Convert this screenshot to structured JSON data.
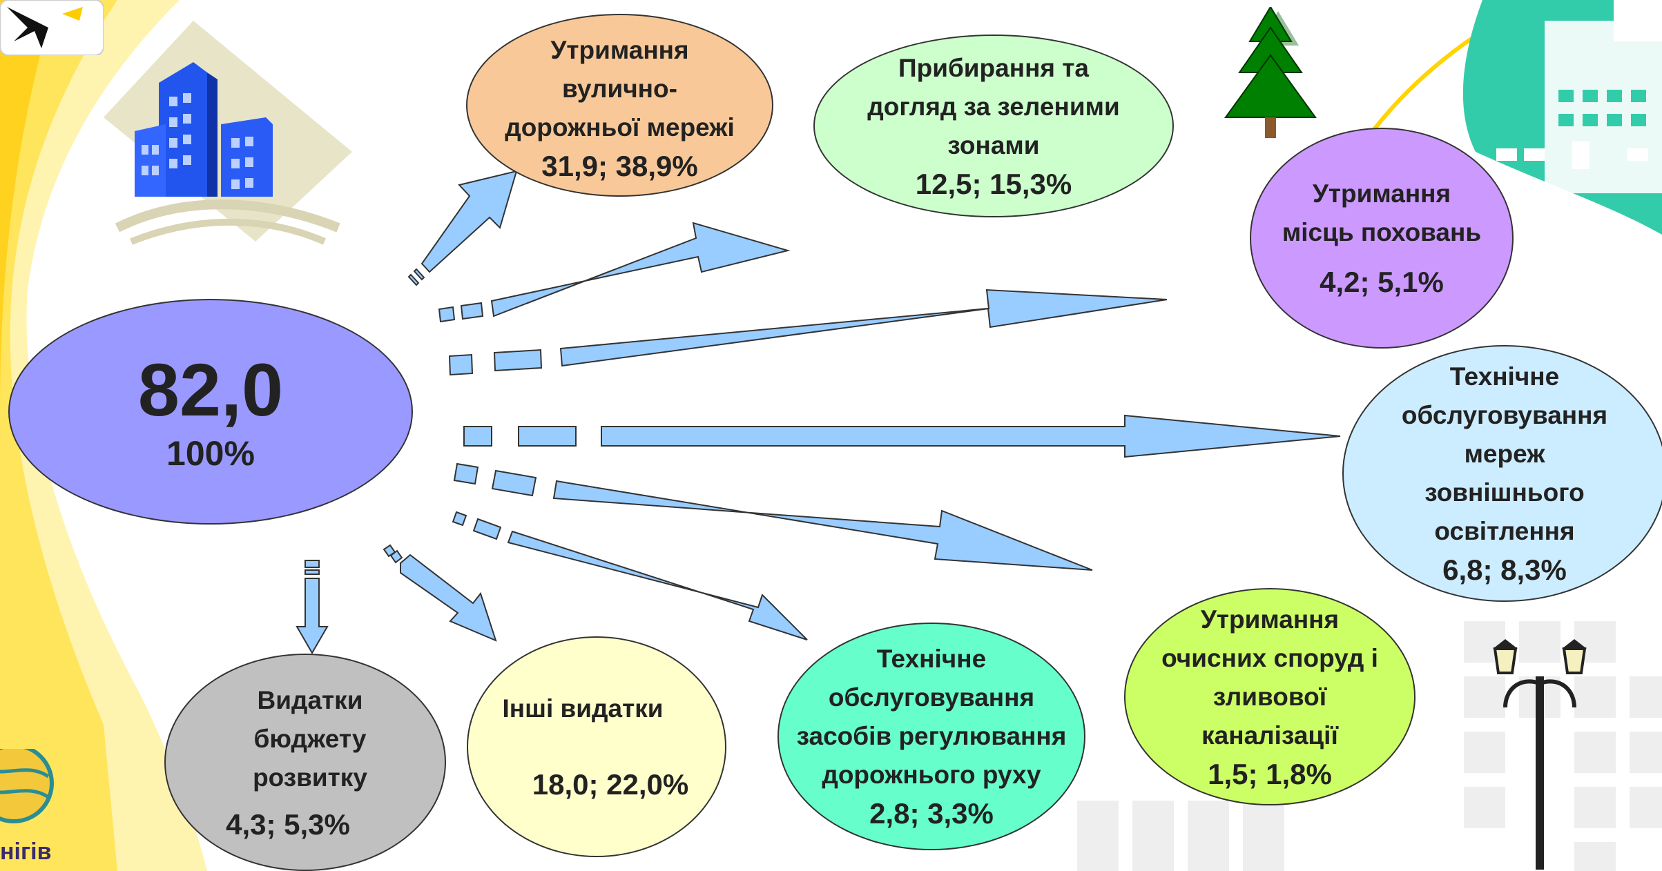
{
  "center": {
    "value": "82,0",
    "percent": "100%",
    "color": "#9999ff"
  },
  "nodes": [
    {
      "id": "street-road-network",
      "label": "Утримання\nвулично-\nдорожньої мережі",
      "value": "31,9; 38,9%",
      "color": "#f8c898"
    },
    {
      "id": "green-zones",
      "label": "Прибирання та\nдогляд за зеленими\nзонами",
      "value": "12,5; 15,3%",
      "color": "#ccffcc"
    },
    {
      "id": "cemeteries",
      "label": "Утримання\nмісць поховань",
      "value": "4,2; 5,1%",
      "color": "#cc99ff"
    },
    {
      "id": "street-lighting",
      "label": "Технічне\nобслуговування\nмереж\nзовнішнього\nосвітлення",
      "value": "6,8; 8,3%",
      "color": "#ccecff"
    },
    {
      "id": "sewage-facilities",
      "label": "Утримання\nочисних споруд і\nзливової\nканалізації",
      "value": "1,5; 1,8%",
      "color": "#ccff66"
    },
    {
      "id": "traffic-control",
      "label": "Технічне\nобслуговування\nзасобів регулювання\nдорожнього руху",
      "value": "2,8; 3,3%",
      "color": "#66ffcc"
    },
    {
      "id": "other-expenses",
      "label": "Інші видатки",
      "value": "18,0; 22,0%",
      "color": "#ffffcc"
    },
    {
      "id": "development-budget",
      "label": "Видатки\nбюджету\nрозвитку",
      "value": "4,3; 5,3%",
      "color": "#c0c0c0"
    }
  ],
  "logo": {
    "text": "нігів",
    "name": "chernihiv-logo"
  },
  "decor": {
    "arrow_color": "#99ccff",
    "yellow": "#ffd700",
    "tree_color": "#008000",
    "building_color": "#33ccaa"
  }
}
